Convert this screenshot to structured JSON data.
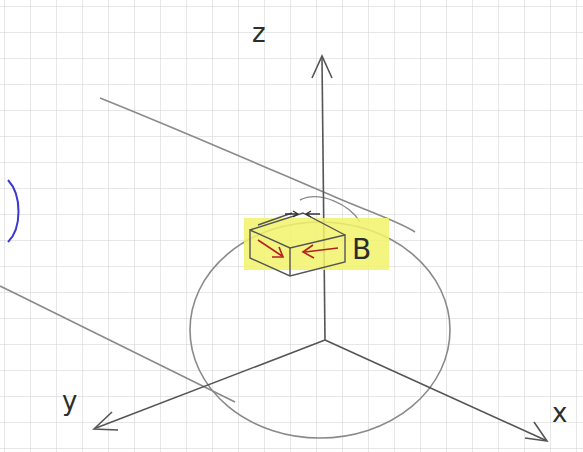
{
  "diagram": {
    "labels": [
      "z",
      "y",
      "x",
      "B"
    ]
  }
}
